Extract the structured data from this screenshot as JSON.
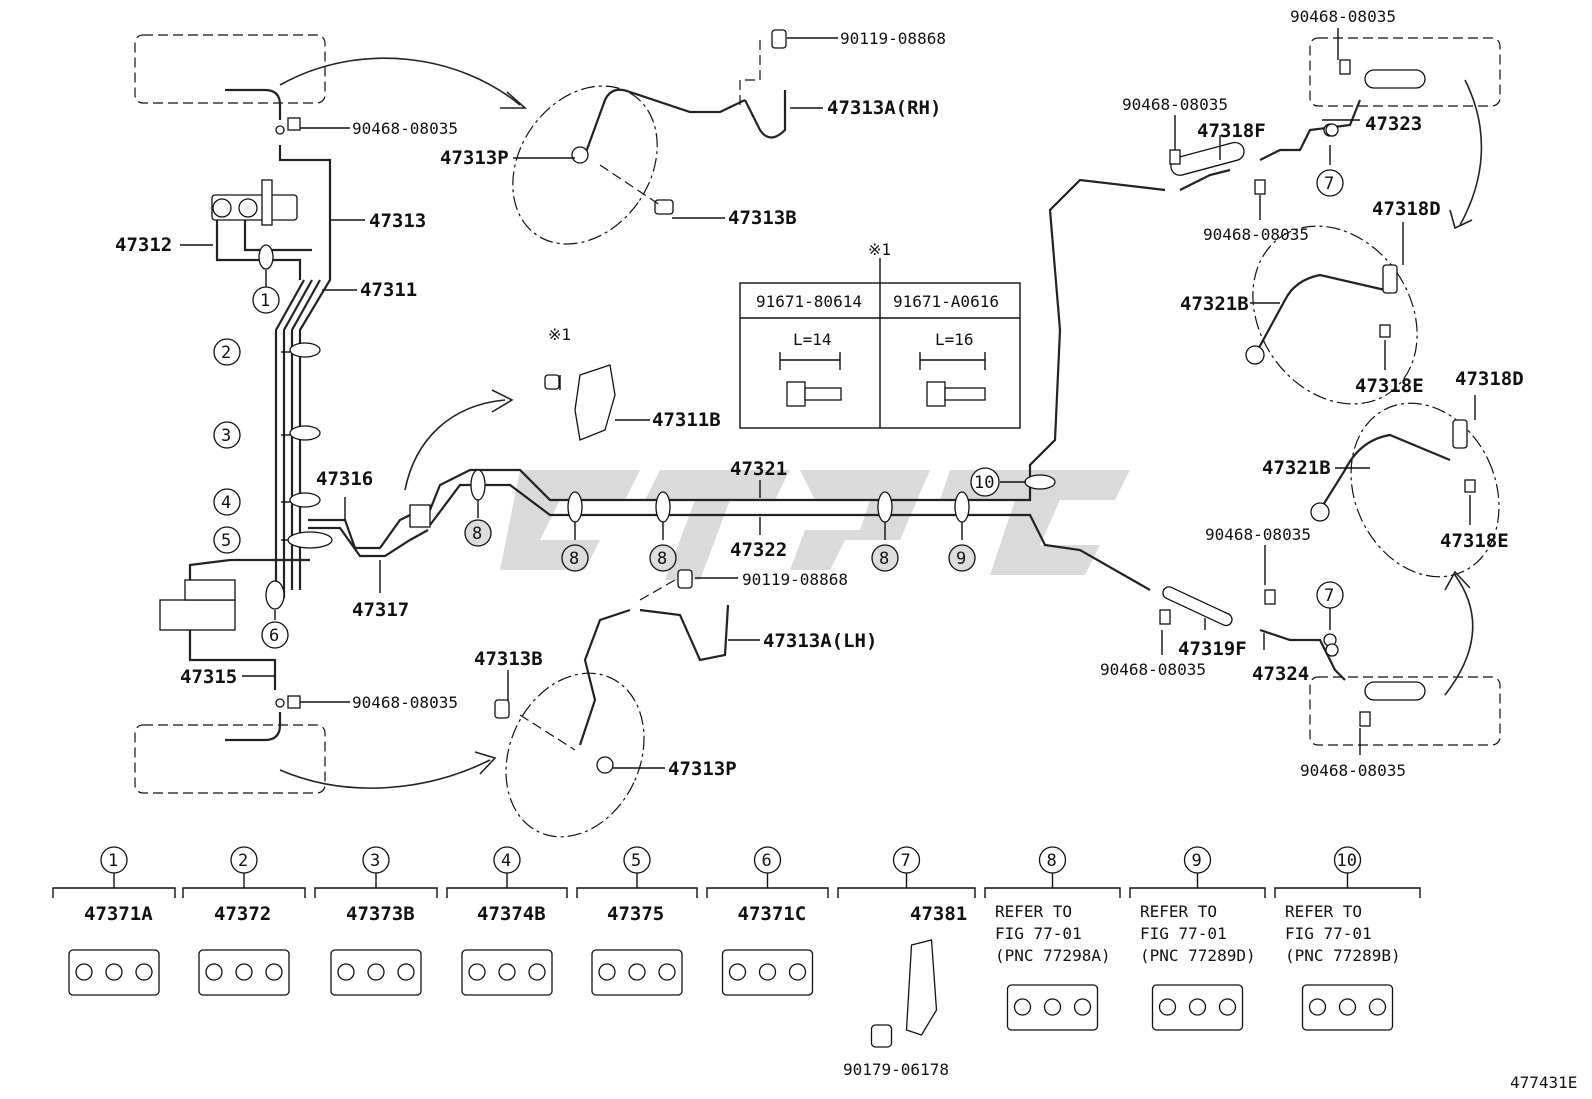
{
  "figure_id": "477431E",
  "callouts": {
    "p90119_top": "90119-08868",
    "p47313A_rh": "47313A(RH)",
    "p47313P_top": "47313P",
    "p47313B_top": "47313B",
    "p90468_top_left": "90468-08035",
    "p47313": "47313",
    "p47312": "47312",
    "p47311": "47311",
    "p47311B": "47311B",
    "p47316": "47316",
    "p47317": "47317",
    "p47321": "47321",
    "p47322": "47322",
    "p90119_mid": "90119-08868",
    "p47313A_lh": "47313A(LH)",
    "p47313B_bot": "47313B",
    "p47313P_bot": "47313P",
    "p47315": "47315",
    "p90468_bot_left": "90468-08035",
    "p90468_tr_top": "90468-08035",
    "p90468_tr_mid": "90468-08035",
    "p47318F": "47318F",
    "p47323": "47323",
    "p90468_tr_low": "90468-08035",
    "p47318D_1": "47318D",
    "p47321B_1": "47321B",
    "p47318E_1": "47318E",
    "p47318D_2": "47318D",
    "p47321B_2": "47321B",
    "p47318E_2": "47318E",
    "p90468_br_top": "90468-08035",
    "p90468_br_mid": "90468-08035",
    "p47319F": "47319F",
    "p47324": "47324",
    "p90468_br_bot": "90468-08035",
    "note_mark": "※1",
    "note_mark_small": "※1"
  },
  "bolt_table": {
    "col1": "91671-80614",
    "col2": "91671-A0616",
    "len1": "L=14",
    "len2": "L=16"
  },
  "circle_markers": [
    "1",
    "2",
    "3",
    "4",
    "5",
    "6",
    "7",
    "8",
    "9",
    "10"
  ],
  "legend": [
    {
      "num": "1",
      "part": "47371A",
      "lines": []
    },
    {
      "num": "2",
      "part": "47372",
      "lines": []
    },
    {
      "num": "3",
      "part": "47373B",
      "lines": []
    },
    {
      "num": "4",
      "part": "47374B",
      "lines": []
    },
    {
      "num": "5",
      "part": "47375",
      "lines": []
    },
    {
      "num": "6",
      "part": "47371C",
      "lines": []
    },
    {
      "num": "7",
      "part": "47381",
      "sub": "90179-06178",
      "lines": []
    },
    {
      "num": "8",
      "part": "",
      "lines": [
        "REFER TO",
        "FIG 77-01",
        "(PNC 77298A)"
      ]
    },
    {
      "num": "9",
      "part": "",
      "lines": [
        "REFER TO",
        "FIG 77-01",
        "(PNC 77289D)"
      ]
    },
    {
      "num": "10",
      "part": "",
      "lines": [
        "REFER TO",
        "FIG 77-01",
        "(PNC 77289B)"
      ]
    }
  ],
  "colors": {
    "line": "#111111",
    "background": "#ffffff",
    "watermark": "#bcbcbc"
  }
}
